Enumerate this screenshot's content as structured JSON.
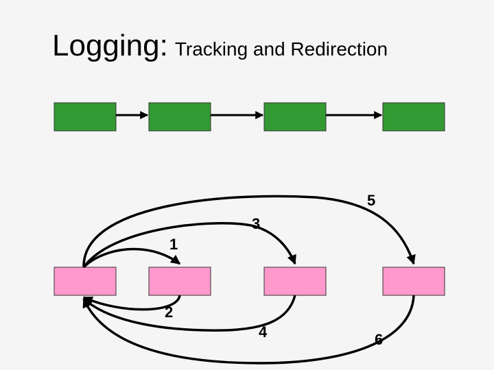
{
  "title": {
    "main": "Logging:",
    "sub": "Tracking and Redirection"
  },
  "colors": {
    "top_box": "#339933",
    "bottom_box": "#ff99cc",
    "stroke": "#000000"
  },
  "arrow_labels": [
    "1",
    "2",
    "3",
    "4",
    "5",
    "6"
  ]
}
